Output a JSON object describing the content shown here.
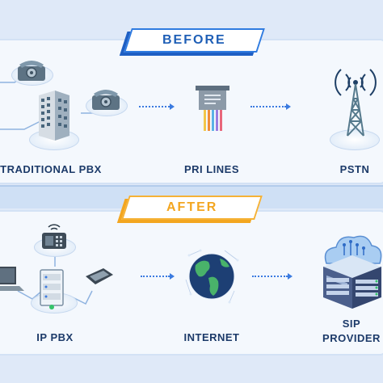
{
  "before": {
    "title": "BEFORE",
    "nodes": [
      {
        "label": "TRADITIONAL PBX",
        "icon": "pbx-building-icon"
      },
      {
        "label": "PRI LINES",
        "icon": "pri-lines-icon"
      },
      {
        "label": "PSTN",
        "icon": "pstn-tower-icon"
      }
    ]
  },
  "after": {
    "title": "AFTER",
    "nodes": [
      {
        "label": "IP PBX",
        "icon": "ip-pbx-server-icon"
      },
      {
        "label": "INTERNET",
        "icon": "internet-globe-icon"
      },
      {
        "label": "SIP\nPROVIDER",
        "label_line1": "SIP",
        "label_line2": "PROVIDER",
        "icon": "sip-provider-cloud-icon"
      }
    ]
  },
  "colors": {
    "background": "#dfe9f8",
    "panel": "#f4f8fd",
    "before_accent": "#1f5fb6",
    "after_accent": "#f3a620",
    "label_text": "#1c3a69",
    "arrow": "#3b7be0"
  }
}
